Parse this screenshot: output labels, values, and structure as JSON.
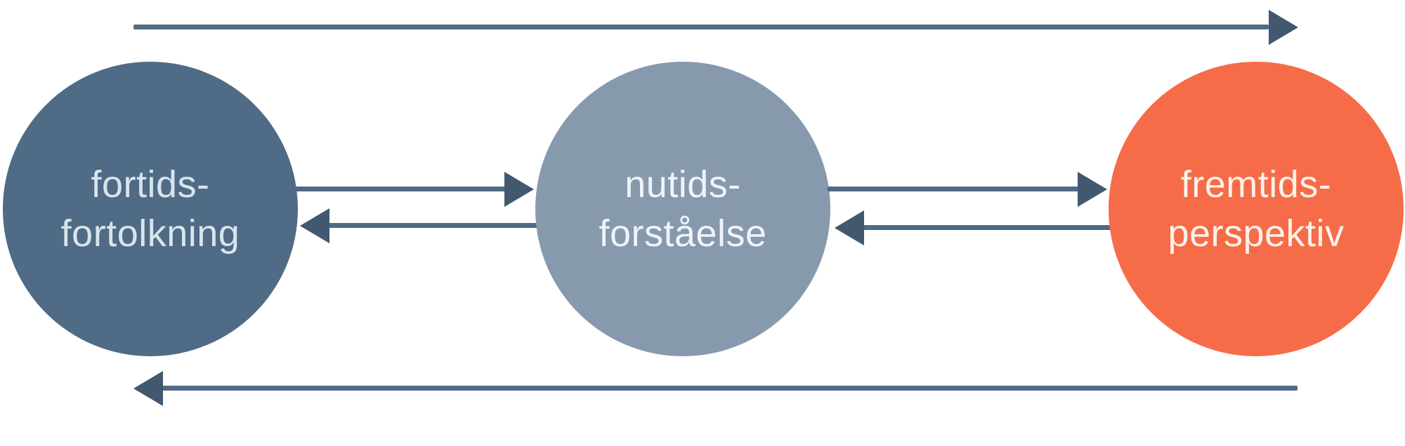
{
  "colors": {
    "background": "#ffffff",
    "arrow_line": "#4e6a85",
    "arrow_head": "#41586f"
  },
  "diagram": {
    "nodes": [
      {
        "id": "fortids-fortolkning",
        "line1": "fortids-",
        "line2": "fortolkning",
        "color": "#4f6b85",
        "text_color": "#d9e4ed"
      },
      {
        "id": "nutids-forstaelse",
        "line1": "nutids-",
        "line2": "forståelse",
        "color": "#8799ad",
        "text_color": "#eff3f7"
      },
      {
        "id": "fremtids-perspektiv",
        "line1": "fremtids-",
        "line2": "perspektiv",
        "color": "#f66c49",
        "text_color": "#fdf1ea"
      }
    ],
    "edges": [
      {
        "from": "fortids-fortolkning",
        "to": "fremtids-perspektiv",
        "path": "top",
        "direction": "forward"
      },
      {
        "from": "fortids-fortolkning",
        "to": "nutids-forstaelse",
        "path": "middle",
        "direction": "forward"
      },
      {
        "from": "nutids-forstaelse",
        "to": "fortids-fortolkning",
        "path": "middle",
        "direction": "back"
      },
      {
        "from": "nutids-forstaelse",
        "to": "fremtids-perspektiv",
        "path": "middle",
        "direction": "forward"
      },
      {
        "from": "fremtids-perspektiv",
        "to": "nutids-forstaelse",
        "path": "middle",
        "direction": "back"
      },
      {
        "from": "fremtids-perspektiv",
        "to": "fortids-fortolkning",
        "path": "bottom",
        "direction": "back"
      }
    ]
  }
}
